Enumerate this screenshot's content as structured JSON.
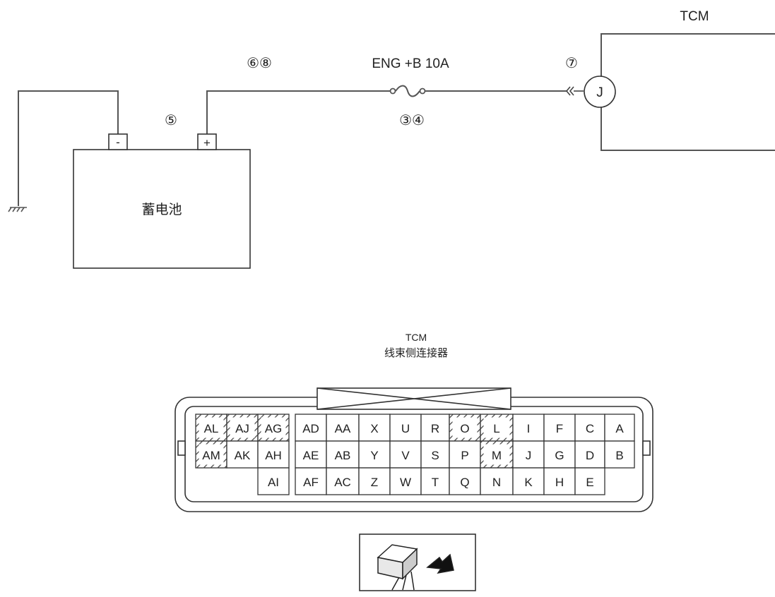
{
  "circuit": {
    "tcm_title": "TCM",
    "battery_label": "蓄电池",
    "fuse_label": "ENG +B 10A",
    "neg_terminal": "-",
    "pos_terminal": "+",
    "connector_pin": "J",
    "step_markers": {
      "battery_pos": "⑤",
      "wire": "⑥⑧",
      "fuse": "③④",
      "tcm": "⑦"
    }
  },
  "connector": {
    "title_line1": "TCM",
    "title_line2": "线束侧连接器",
    "rows": [
      [
        "AL",
        "AJ",
        "AG",
        "AD",
        "AA",
        "X",
        "U",
        "R",
        "O",
        "L",
        "I",
        "F",
        "C",
        "A"
      ],
      [
        "AM",
        "AK",
        "AH",
        "AE",
        "AB",
        "Y",
        "V",
        "S",
        "P",
        "M",
        "J",
        "G",
        "D",
        "B"
      ],
      [
        "AI",
        "AF",
        "AC",
        "Z",
        "W",
        "T",
        "Q",
        "N",
        "K",
        "H",
        "E"
      ]
    ],
    "hatched_pins": [
      "AL",
      "AJ",
      "AG",
      "AM",
      "O",
      "L",
      "M"
    ]
  },
  "inset_icon": "connector-probe-icon"
}
